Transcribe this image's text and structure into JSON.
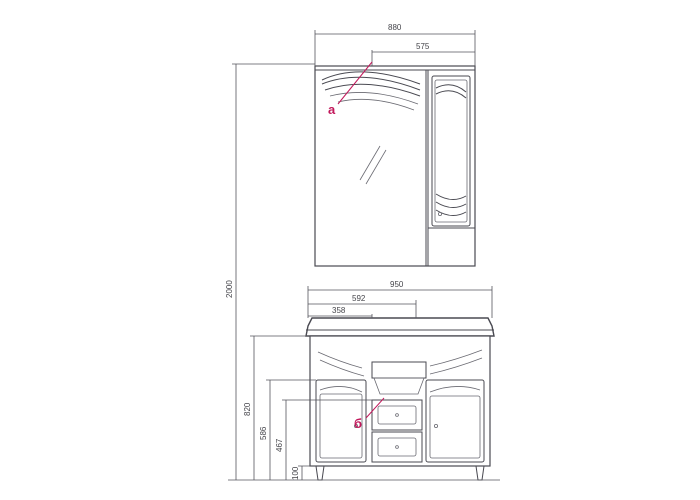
{
  "dimensions": {
    "mirror_width": "880",
    "mirror_mirror_width": "575",
    "total_height": "2000",
    "vanity_width": "950",
    "vanity_left_section": "592",
    "vanity_sink_offset": "358",
    "vanity_height": "820",
    "doors_height": "586",
    "drawer_height": "467",
    "legs_height": "100"
  },
  "callouts": {
    "a": "а",
    "b": "б"
  },
  "colors": {
    "line": "#4a4a52",
    "callout": "#c2185b"
  }
}
